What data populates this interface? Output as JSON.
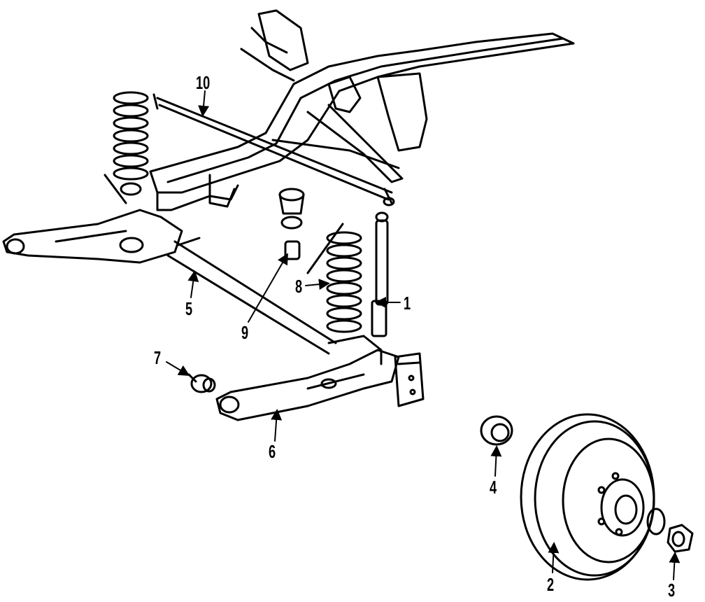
{
  "diagram": {
    "callouts": [
      {
        "id": "c1",
        "text": "1"
      },
      {
        "id": "c2",
        "text": "2"
      },
      {
        "id": "c3",
        "text": "3"
      },
      {
        "id": "c4",
        "text": "4"
      },
      {
        "id": "c5",
        "text": "5"
      },
      {
        "id": "c6",
        "text": "6"
      },
      {
        "id": "c7",
        "text": "7"
      },
      {
        "id": "c8",
        "text": "8"
      },
      {
        "id": "c9",
        "text": "9"
      },
      {
        "id": "c10",
        "text": "10"
      }
    ]
  },
  "colors": {
    "ink": "#000000",
    "paper": "#ffffff"
  }
}
